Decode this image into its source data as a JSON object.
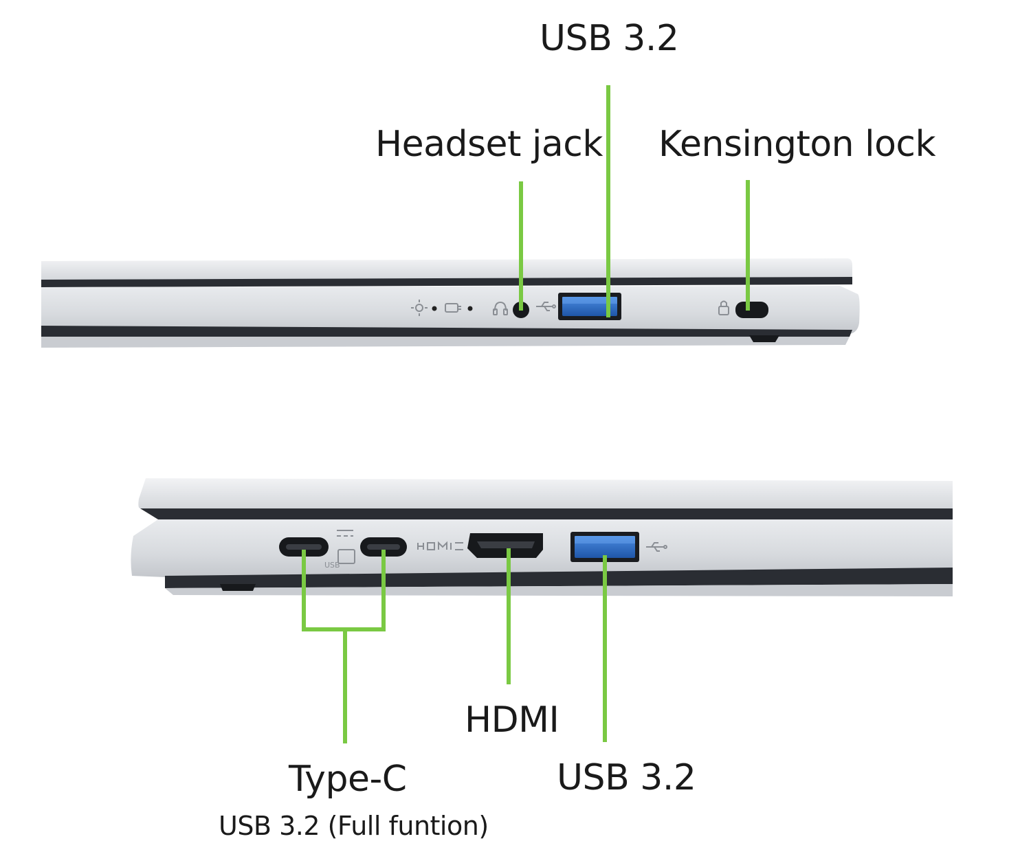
{
  "colors": {
    "leader": "#7ac943",
    "chassis_light": "#e4e6e9",
    "chassis_mid": "#cfd2d6",
    "chassis_dark": "#2a2d33",
    "usb_blue": "#2f6fc4",
    "port_black": "#17191c"
  },
  "right_side": {
    "usb_label": "USB 3.2",
    "headset_label": "Headset jack",
    "kensington_label": "Kensington lock",
    "icons": [
      "power-indicator-icon",
      "battery-indicator-icon",
      "headset-icon",
      "usb-icon",
      "lock-icon"
    ]
  },
  "left_side": {
    "type_c_label": "Type-C",
    "type_c_sublabel": "USB 3.2 (Full funtion)",
    "hdmi_label": "HDMI",
    "usb_label": "USB 3.2",
    "icons": [
      "power-delivery-icon",
      "usb-display-icon",
      "hdmi-icon",
      "usb-icon"
    ]
  }
}
